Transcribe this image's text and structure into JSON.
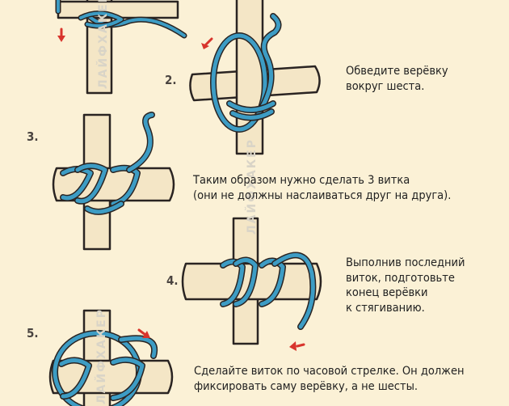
{
  "steps": [
    {
      "number": "2.",
      "caption_lines": [
        "Обведите верёвку",
        "вокруг шеста."
      ]
    },
    {
      "number": "3.",
      "caption_lines": [
        "Таким образом нужно сделать 3 витка",
        "(они не должны наслаиваться друг на друга)."
      ]
    },
    {
      "number": "4.",
      "caption_lines": [
        "Выполнив последний",
        "виток, подготовьте",
        "конец верёвки",
        "к стягиванию."
      ]
    },
    {
      "number": "5.",
      "caption_lines": [
        "Сделайте виток по часовой стрелке. Он должен",
        "фиксировать саму верёвку, а не шесты."
      ]
    }
  ],
  "watermark": "ЛАЙФХАКЕР",
  "colors": {
    "background": "#fbf1d6",
    "rope": "#3d9cc4",
    "wood": "#f4e6c6",
    "outline": "#2a2422",
    "arrow": "#d8342c"
  }
}
